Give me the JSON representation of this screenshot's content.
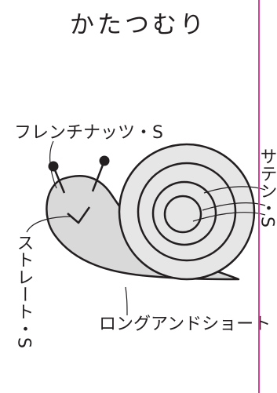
{
  "title": "かたつむり",
  "labels": {
    "top_left": "フレンチナッツ・S",
    "right_vertical": "サテン・S",
    "left_vertical": "ストレート・S",
    "bottom": "ロングアンドショート・S"
  },
  "colors": {
    "body_fill": "#d9d9d9",
    "shell_fill": "#e6e6e6",
    "stroke": "#231f20",
    "frame_line": "#d63e99",
    "background": "#ffffff"
  }
}
